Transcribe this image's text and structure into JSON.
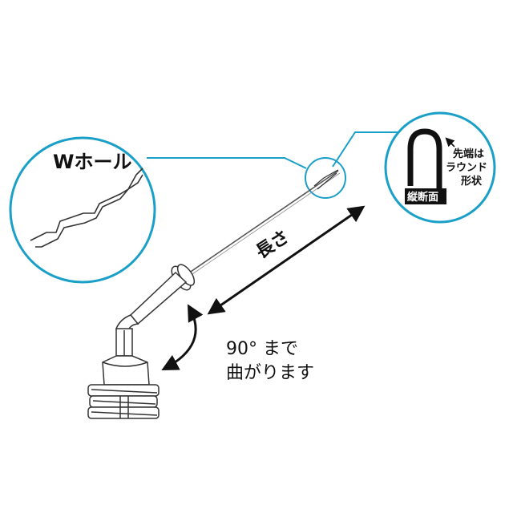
{
  "labels": {
    "w_hole": "Wホール",
    "length": "長さ",
    "bend_line1": "90° まで",
    "bend_line2": "曲がります",
    "tip_line1": "先端は",
    "tip_line2": "ラウンド",
    "tip_line3": "形状",
    "cross_section": "縦断面"
  },
  "colors": {
    "callout": "#1aa0c8",
    "ink": "#111111"
  }
}
